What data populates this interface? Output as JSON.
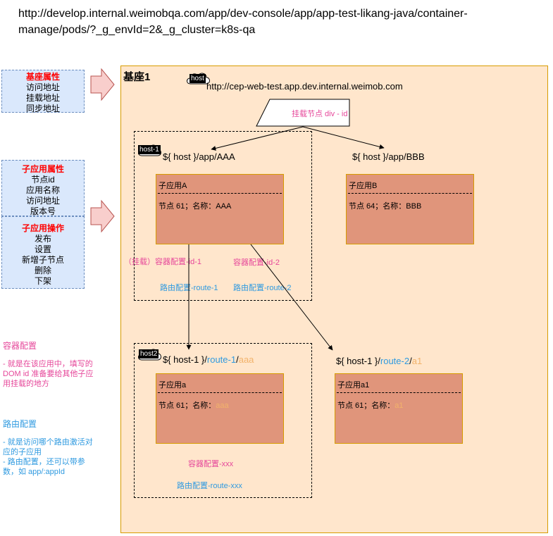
{
  "url_line1": "http://develop.internal.weimobqa.com/app/dev-console/app/app-test-likang-java/container-",
  "url_line2": "manage/pods/?_g_envId=2&_g_cluster=k8s-qa",
  "legend_base": {
    "title": "基座属性",
    "items": [
      "访问地址",
      "挂载地址",
      "同步地址"
    ]
  },
  "legend_sub_attrs": {
    "title": "子应用属性",
    "items": [
      "节点id",
      "应用名称",
      "访问地址",
      "版本号"
    ]
  },
  "legend_sub_ops": {
    "title": "子应用操作",
    "items": [
      "发布",
      "设置",
      "新增子节点",
      "删除",
      "下架"
    ]
  },
  "base": {
    "title": "基座1",
    "host_label": "host",
    "url": "http://cep-web-test.app.dev.internal.weimob.com"
  },
  "mount_callout": "挂载节点 div - id",
  "route_aaa": "${ host }/app/AAA",
  "route_bbb": "${ host }/app/BBB",
  "host1_label": "host-1",
  "host2_label": "host2",
  "app_a": {
    "name": "子应用A",
    "info": "节点 61；名称：AAA"
  },
  "app_b": {
    "name": "子应用B",
    "info": "节点 64；名称：BBB"
  },
  "mount_label": "（挂载）容器配置-id-1",
  "container2": "容器配置-id-2",
  "route1_label": "路由配置-route-1",
  "route2_label": "路由配置-route-2",
  "route_a": {
    "prefix": "${ host-1 }/",
    "route": "route-1",
    "slash": "/",
    "name": "aaa"
  },
  "route_a1": {
    "prefix": "${ host-1 }/",
    "route": "route-2",
    "slash": "/",
    "name": "a1"
  },
  "app_sa": {
    "name": "子应用a",
    "info_prefix": "节点 61；名称：",
    "info_name": "aaa"
  },
  "app_sa1": {
    "name": "子应用a1",
    "info_prefix": "节点 61；名称：",
    "info_name": "a1"
  },
  "container_xxx": "容器配置-xxx",
  "route_xxx": "路由配置-route-xxx",
  "note_container": {
    "title": "容器配置",
    "lines": [
      "- 就是在该应用中，填写的",
      "DOM id 准备要给其他子应",
      "用挂载的地方"
    ]
  },
  "note_route": {
    "title": "路由配置",
    "lines": [
      "- 就是访问哪个路由激活对",
      "应的子应用",
      "- 路由配置，还可以带参",
      "数，如 app/:appId"
    ]
  },
  "colors": {
    "pink": "#e6479a",
    "blue": "#2f9ae0",
    "orange": "#f2b36b",
    "base_fill": "#ffe6cc",
    "app_fill": "#e0957b",
    "legend_fill": "#dae8fc",
    "arrow_fill": "#f8cecc"
  }
}
